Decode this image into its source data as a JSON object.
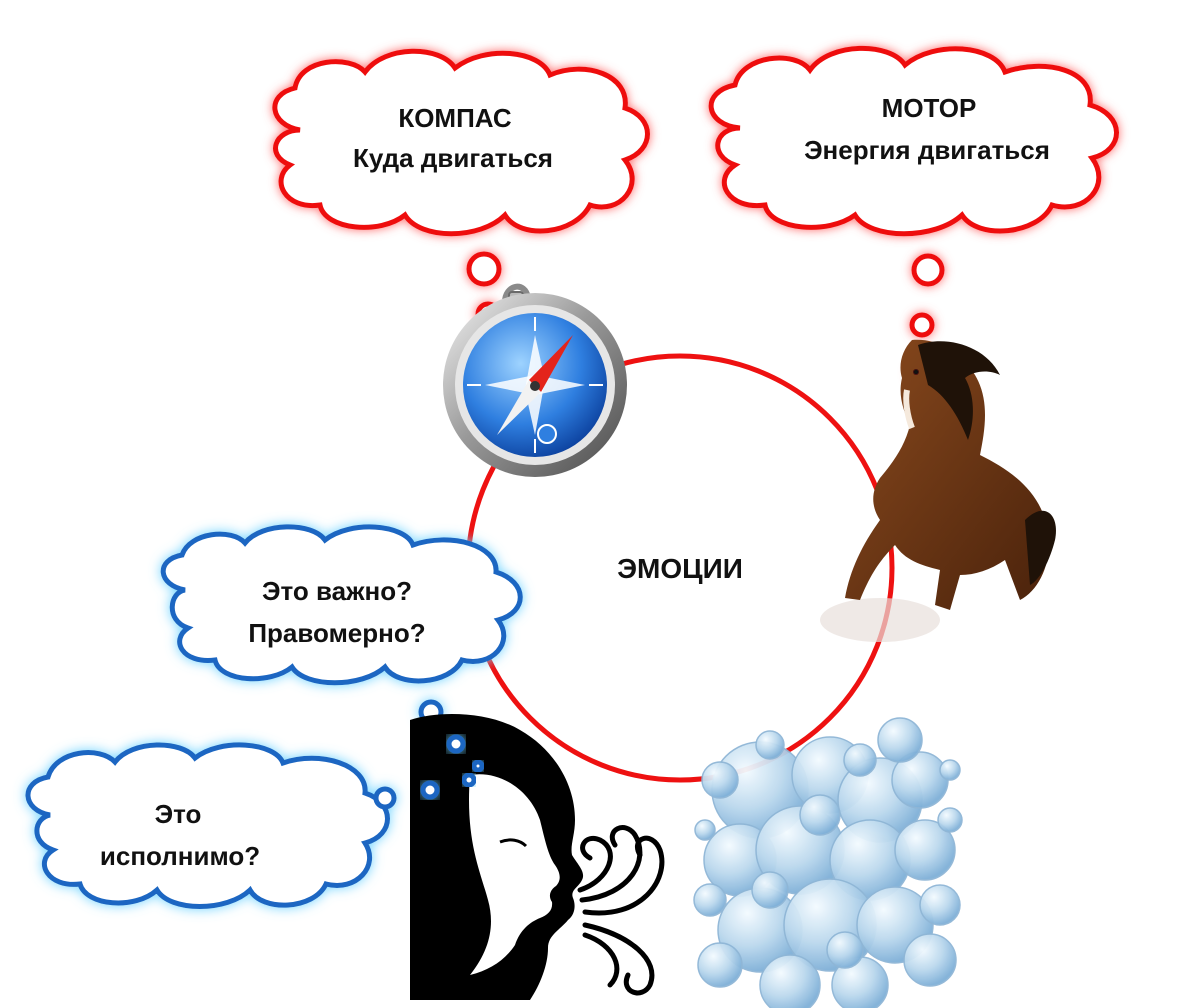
{
  "center": {
    "label": "ЭМОЦИИ"
  },
  "bubbles": {
    "compass": {
      "line1": "КОМПАС",
      "line2": "Куда двигаться"
    },
    "motor": {
      "line1": "МОТОР",
      "line2": "Энергия двигаться"
    },
    "important": {
      "line1": "Это важно?",
      "line2": "Правомерно?"
    },
    "feasible": {
      "line1": "Это",
      "line2": "исполнимо?"
    }
  },
  "icons": {
    "compass": "compass-icon",
    "horse": "horse-icon",
    "woman": "woman-blowing-icon",
    "bubbles": "soap-bubbles-icon"
  },
  "colors": {
    "red": "#ee1111",
    "blue": "#1a66c2",
    "text": "#111111"
  }
}
